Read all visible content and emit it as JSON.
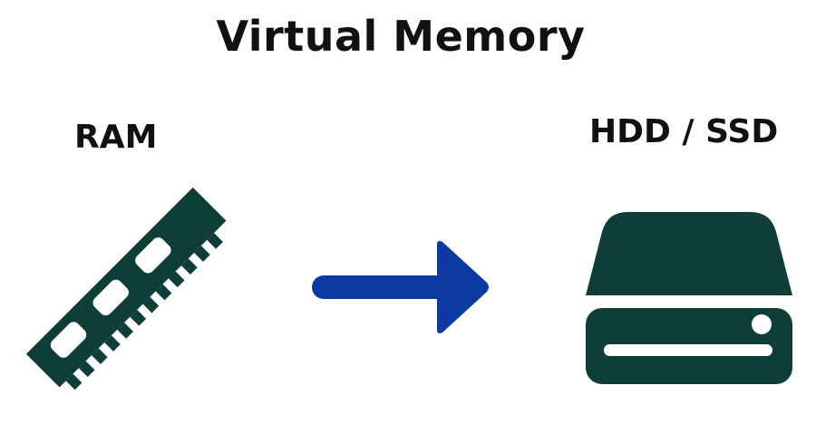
{
  "title": "Virtual Memory",
  "ram": {
    "label": "RAM",
    "icon": "ram-module-icon",
    "color": "#0f3d38"
  },
  "arrow": {
    "icon": "right-arrow-icon",
    "color": "#0d3aa0"
  },
  "storage": {
    "label": "HDD / SSD",
    "icon": "hard-drive-icon",
    "color": "#0f3d38"
  }
}
